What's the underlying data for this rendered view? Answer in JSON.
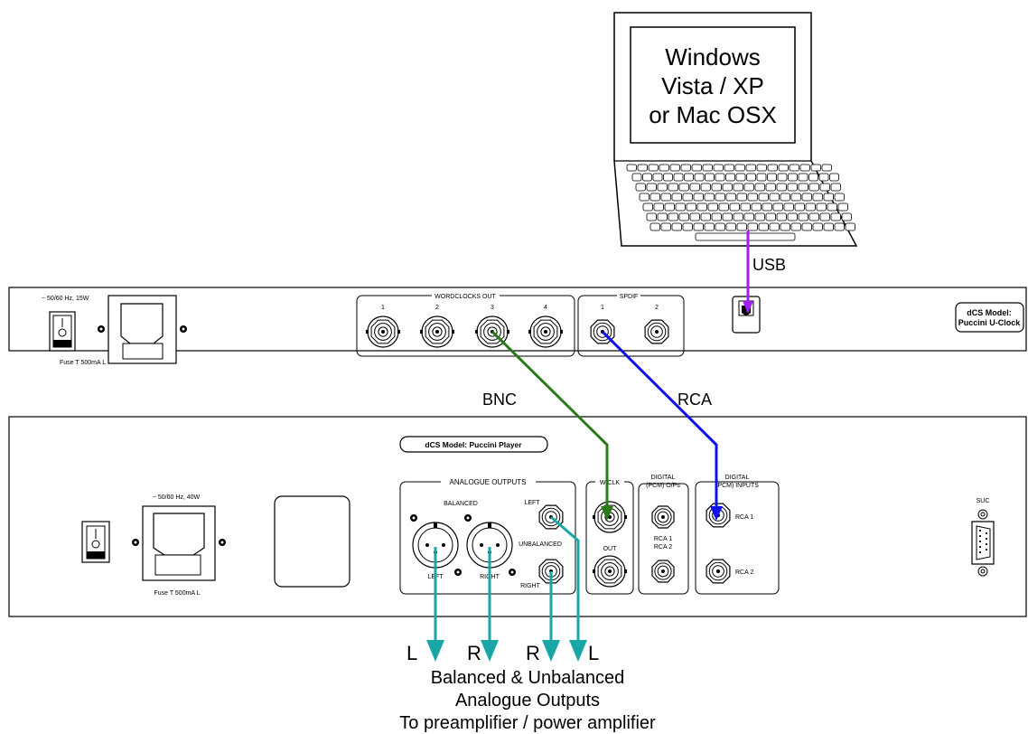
{
  "laptop": {
    "screen_lines": [
      "Windows",
      "Vista / XP",
      "or Mac OSX"
    ]
  },
  "cables": {
    "usb": "USB",
    "bnc": "BNC",
    "rca": "RCA"
  },
  "uclock": {
    "model_lines": [
      "dCS Model:",
      "Puccini U-Clock"
    ],
    "power_rating": "~ 50/60 Hz, 15W",
    "fuse": "Fuse T 500mA L",
    "wordclocks_label": "WORDCLOCKS OUT",
    "wordclock_numbers": [
      "1",
      "2",
      "3",
      "4"
    ],
    "spdif_label": "SPDIF",
    "spdif_numbers": [
      "1",
      "2"
    ]
  },
  "player": {
    "model": "dCS Model: Puccini Player",
    "power_rating": "~ 50/60 Hz, 40W",
    "fuse": "Fuse T 500mA L",
    "analogue_label": "ANALOGUE OUTPUTS",
    "balanced": "BALANCED",
    "unbalanced": "UNBALANCED",
    "left": "LEFT",
    "right": "RIGHT",
    "wclk_label": "W/CLK",
    "wclk_out": "OUT",
    "digital_out_lines": [
      "DIGITAL",
      "(PCM) O/Ps"
    ],
    "digital_out_rca": [
      "RCA 1",
      "RCA 2"
    ],
    "digital_in_lines": [
      "DIGITAL",
      "(PCM) INPUTS"
    ],
    "rca1": "RCA 1",
    "rca2": "RCA 2",
    "suc": "SUC"
  },
  "outputs": {
    "channel_labels": [
      "L",
      "R",
      "R",
      "L"
    ],
    "caption_lines": [
      "Balanced & Unbalanced",
      "Analogue Outputs",
      "To preamplifier / power amplifier"
    ]
  },
  "colors": {
    "usb": "#a020f0",
    "bnc": "#2a7a1a",
    "rca": "#1010ee",
    "analogue": "#1aa6a6"
  }
}
